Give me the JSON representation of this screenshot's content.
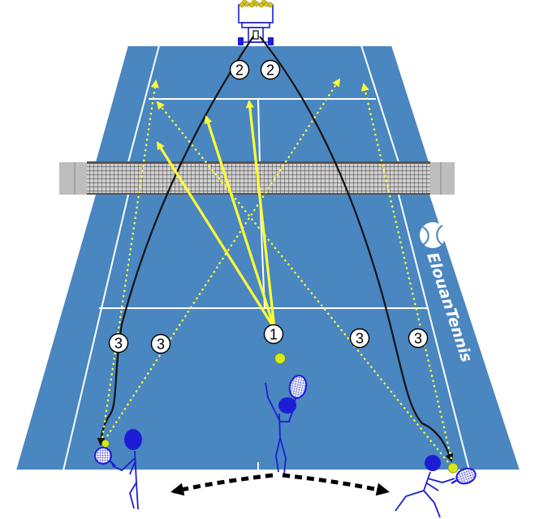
{
  "brand": {
    "name": "ElouanTennis",
    "icon": "tennis-ball-icon"
  },
  "markers": {
    "shot_1": "1",
    "shot_2_left": "2",
    "shot_2_right": "2",
    "shot_3_far_left": "3",
    "shot_3_left": "3",
    "shot_3_right": "3",
    "shot_3_far_right": "3"
  },
  "colors": {
    "court": "#4a86c0",
    "lines": "#ffffff",
    "surround": "#ffffff",
    "shot_yellow": "#ffff33",
    "shot_black": "#111111",
    "player": "#1d1dd6",
    "ball": "#d4e81c",
    "net": "#444444",
    "movement_arrow": "#000000"
  },
  "icons": [
    "ball-machine-icon",
    "tennis-ball-icon",
    "racket-icon",
    "player-icon"
  ]
}
